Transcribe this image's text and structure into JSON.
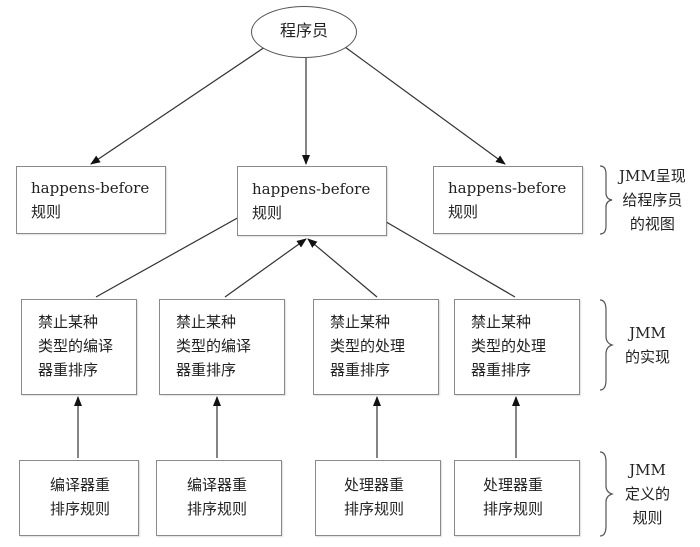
{
  "root": {
    "label": "程序员"
  },
  "level1": [
    {
      "label": "happens-before\n规则"
    },
    {
      "label": "happens-before\n规则"
    },
    {
      "label": "happens-before\n规则"
    }
  ],
  "level2": [
    {
      "label": "禁止某种\n类型的编译\n器重排序"
    },
    {
      "label": "禁止某种\n类型的编译\n器重排序"
    },
    {
      "label": "禁止某种\n类型的处理\n器重排序"
    },
    {
      "label": "禁止某种\n类型的处理\n器重排序"
    }
  ],
  "level3": [
    {
      "label": "编译器重\n排序规则"
    },
    {
      "label": "编译器重\n排序规则"
    },
    {
      "label": "处理器重\n排序规则"
    },
    {
      "label": "处理器重\n排序规则"
    }
  ],
  "side_labels": [
    {
      "label": "JMM呈现\n给程序员\n的视图"
    },
    {
      "label": "JMM\n的实现"
    },
    {
      "label": "JMM\n定义的\n规则"
    }
  ]
}
